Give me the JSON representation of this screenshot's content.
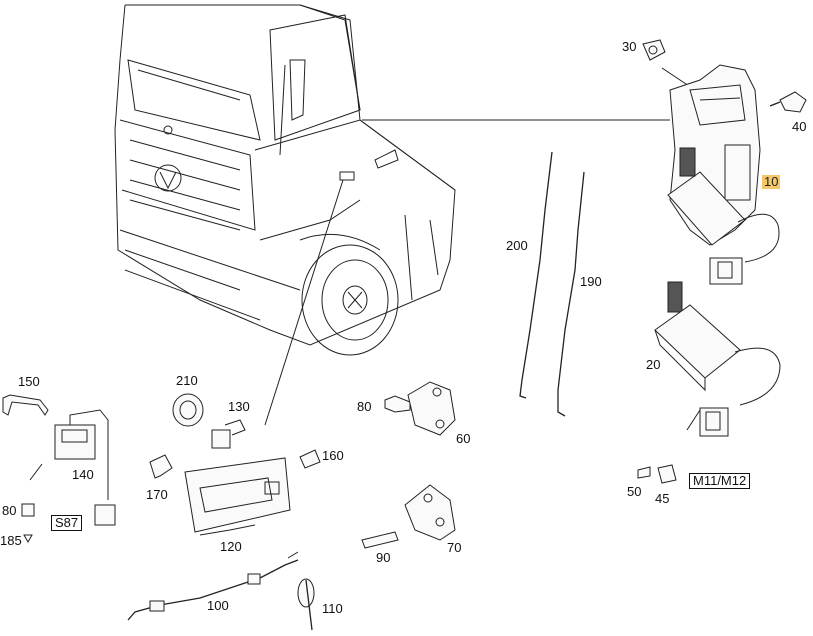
{
  "callouts": {
    "c30": "30",
    "c40": "40",
    "c10": "10",
    "c200": "200",
    "c190": "190",
    "c20": "20",
    "c150": "150",
    "c140": "140",
    "c80a": "80",
    "c185": "185",
    "c210": "210",
    "c130": "130",
    "c80b": "80",
    "c60": "60",
    "c160": "160",
    "c170": "170",
    "c120": "120",
    "c70": "70",
    "c90": "90",
    "c100": "100",
    "c110": "110",
    "c50": "50",
    "c45": "45"
  },
  "labels": {
    "s87": "S87",
    "m11m12": "M11/M12"
  },
  "colors": {
    "highlight": "#f4c869",
    "line": "#222222"
  }
}
